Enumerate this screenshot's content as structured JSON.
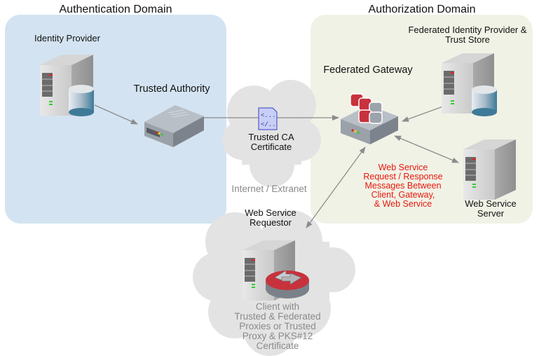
{
  "domains": {
    "authentication": {
      "title": "Authentication Domain",
      "fill": "#d3e3f1"
    },
    "authorization": {
      "title": "Authorization Domain",
      "fill": "#f1f2e6"
    }
  },
  "nodes": {
    "identity_provider": {
      "label": "Identity Provider"
    },
    "trusted_authority": {
      "label": "Trusted Authority"
    },
    "trusted_ca_certificate": {
      "label": "Trusted CA\nCertificate"
    },
    "federated_gateway": {
      "label": "Federated Gateway"
    },
    "federated_identity_provider": {
      "label": "Federated Identity Provider &\nTrust Store"
    },
    "web_service_server": {
      "label": "Web Service\nServer"
    },
    "web_service_requestor": {
      "label": "Web Service\nRequestor"
    },
    "client": {
      "label": "Client with\nTrusted & Federated\nProxies or Trusted\nProxy & PKS#12\nCertificate"
    }
  },
  "annotations": {
    "internet_extranet": "Internet / Extranet",
    "messages": "Web Service\nRequest / Response\nMessages Between\nClient, Gateway,\n& Web Service"
  },
  "colors": {
    "accent_red": "#e8180c",
    "cloud": "#e3e3e3",
    "arrow": "#8c8c8c"
  }
}
